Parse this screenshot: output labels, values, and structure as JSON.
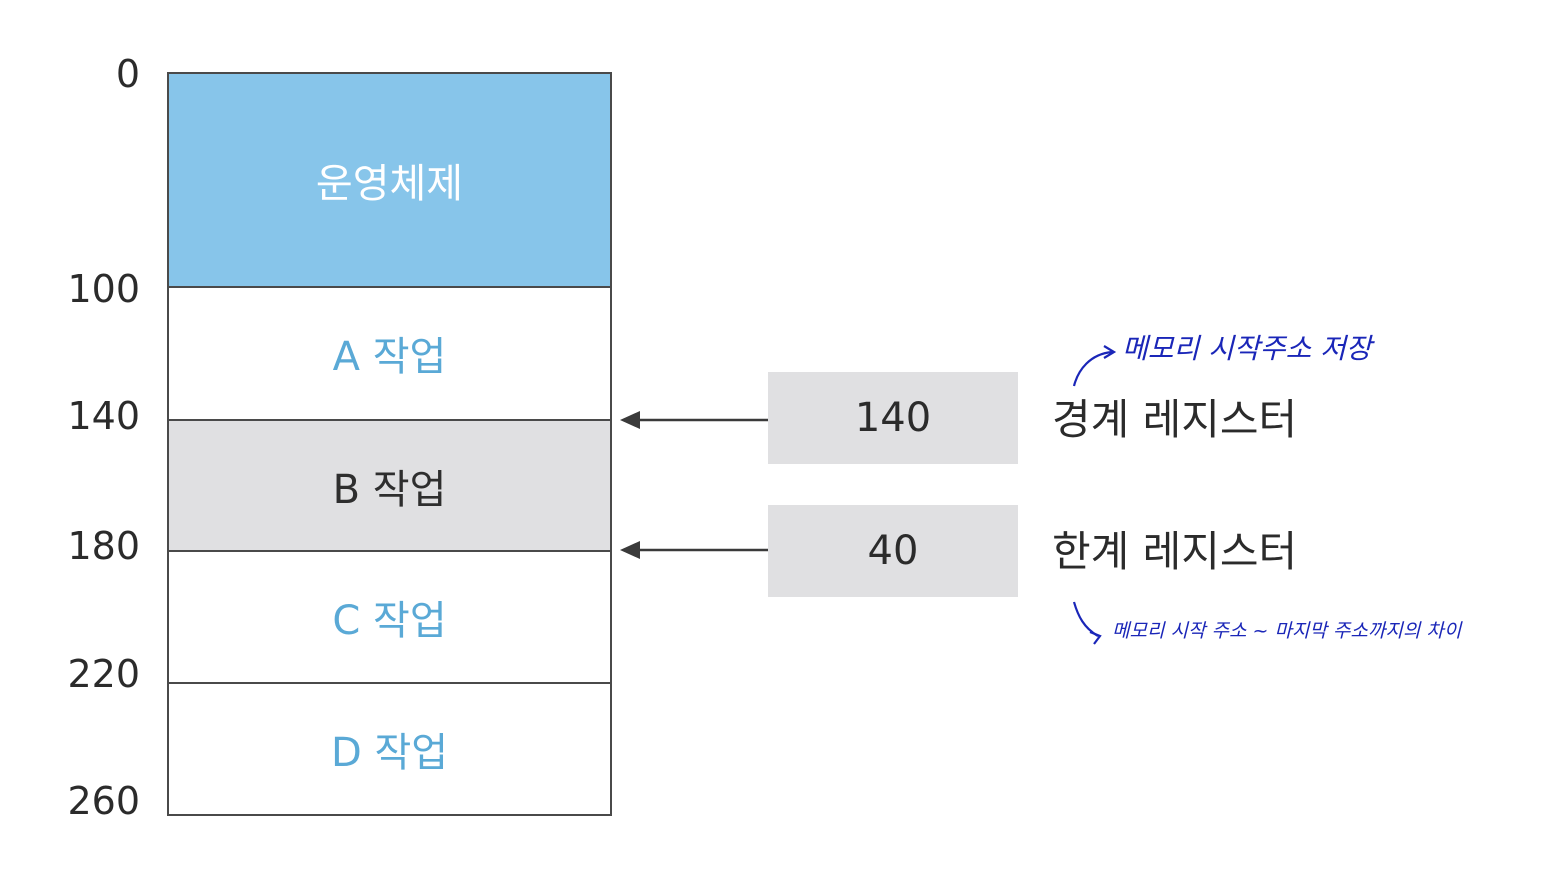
{
  "memory": {
    "addresses": [
      "0",
      "100",
      "140",
      "180",
      "220",
      "260"
    ],
    "blocks": {
      "os": "운영체제",
      "a": "A 작업",
      "b": "B 작업",
      "c": "C 작업",
      "d": "D 작업"
    }
  },
  "registers": {
    "boundary": {
      "value": "140",
      "label": "경계 레지스터"
    },
    "limit": {
      "value": "40",
      "label": "한계 레지스터"
    }
  },
  "annotations": {
    "boundary_note": "메모리 시작주소 저장",
    "limit_note": "메모리 시작 주소 ~ 마지막 주소까지의 차이"
  },
  "colors": {
    "os_fill": "#87c5ea",
    "job_text": "#5aa9d6",
    "b_fill": "#e0e0e2",
    "register_fill": "#e0e0e2",
    "handwriting": "#1a26b8"
  }
}
